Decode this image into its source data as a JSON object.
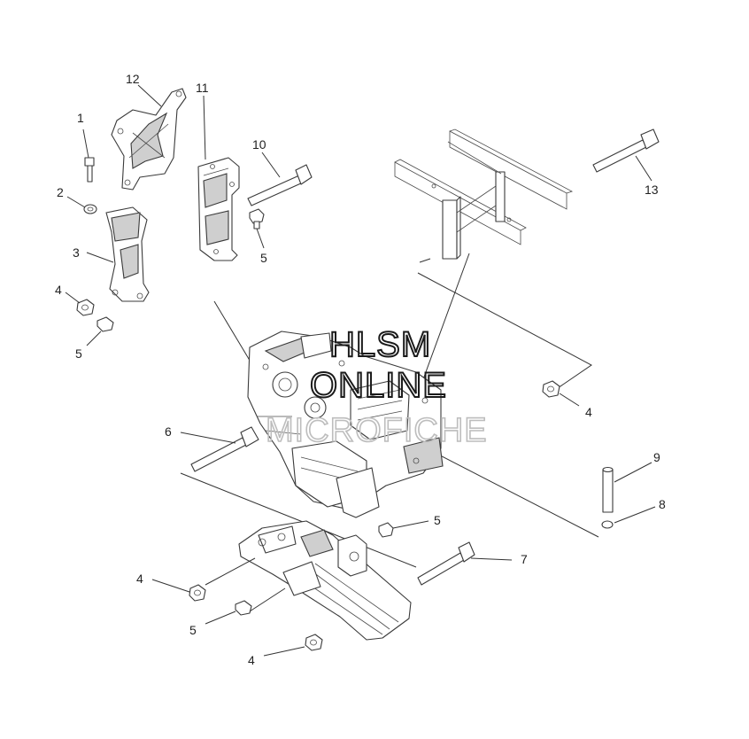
{
  "callouts": [
    {
      "id": "c1",
      "label": "1"
    },
    {
      "id": "c2",
      "label": "2"
    },
    {
      "id": "c3",
      "label": "3"
    },
    {
      "id": "c4a",
      "label": "4"
    },
    {
      "id": "c5a",
      "label": "5"
    },
    {
      "id": "c12",
      "label": "12"
    },
    {
      "id": "c11",
      "label": "11"
    },
    {
      "id": "c10",
      "label": "10"
    },
    {
      "id": "c5b",
      "label": "5"
    },
    {
      "id": "c13",
      "label": "13"
    },
    {
      "id": "c4b",
      "label": "4"
    },
    {
      "id": "c6",
      "label": "6"
    },
    {
      "id": "c9",
      "label": "9"
    },
    {
      "id": "c8",
      "label": "8"
    },
    {
      "id": "c5c",
      "label": "5"
    },
    {
      "id": "c7",
      "label": "7"
    },
    {
      "id": "c4c",
      "label": "4"
    },
    {
      "id": "c5d",
      "label": "5"
    },
    {
      "id": "c4d",
      "label": "4"
    }
  ],
  "watermark": {
    "line1": "HLSM",
    "line2": "ONLINE",
    "line3": "MICROFICHE"
  },
  "colors": {
    "line": "#3a3a3a",
    "watermark_dark": "#1a1a1a",
    "watermark_light": "#bdbdbd"
  }
}
